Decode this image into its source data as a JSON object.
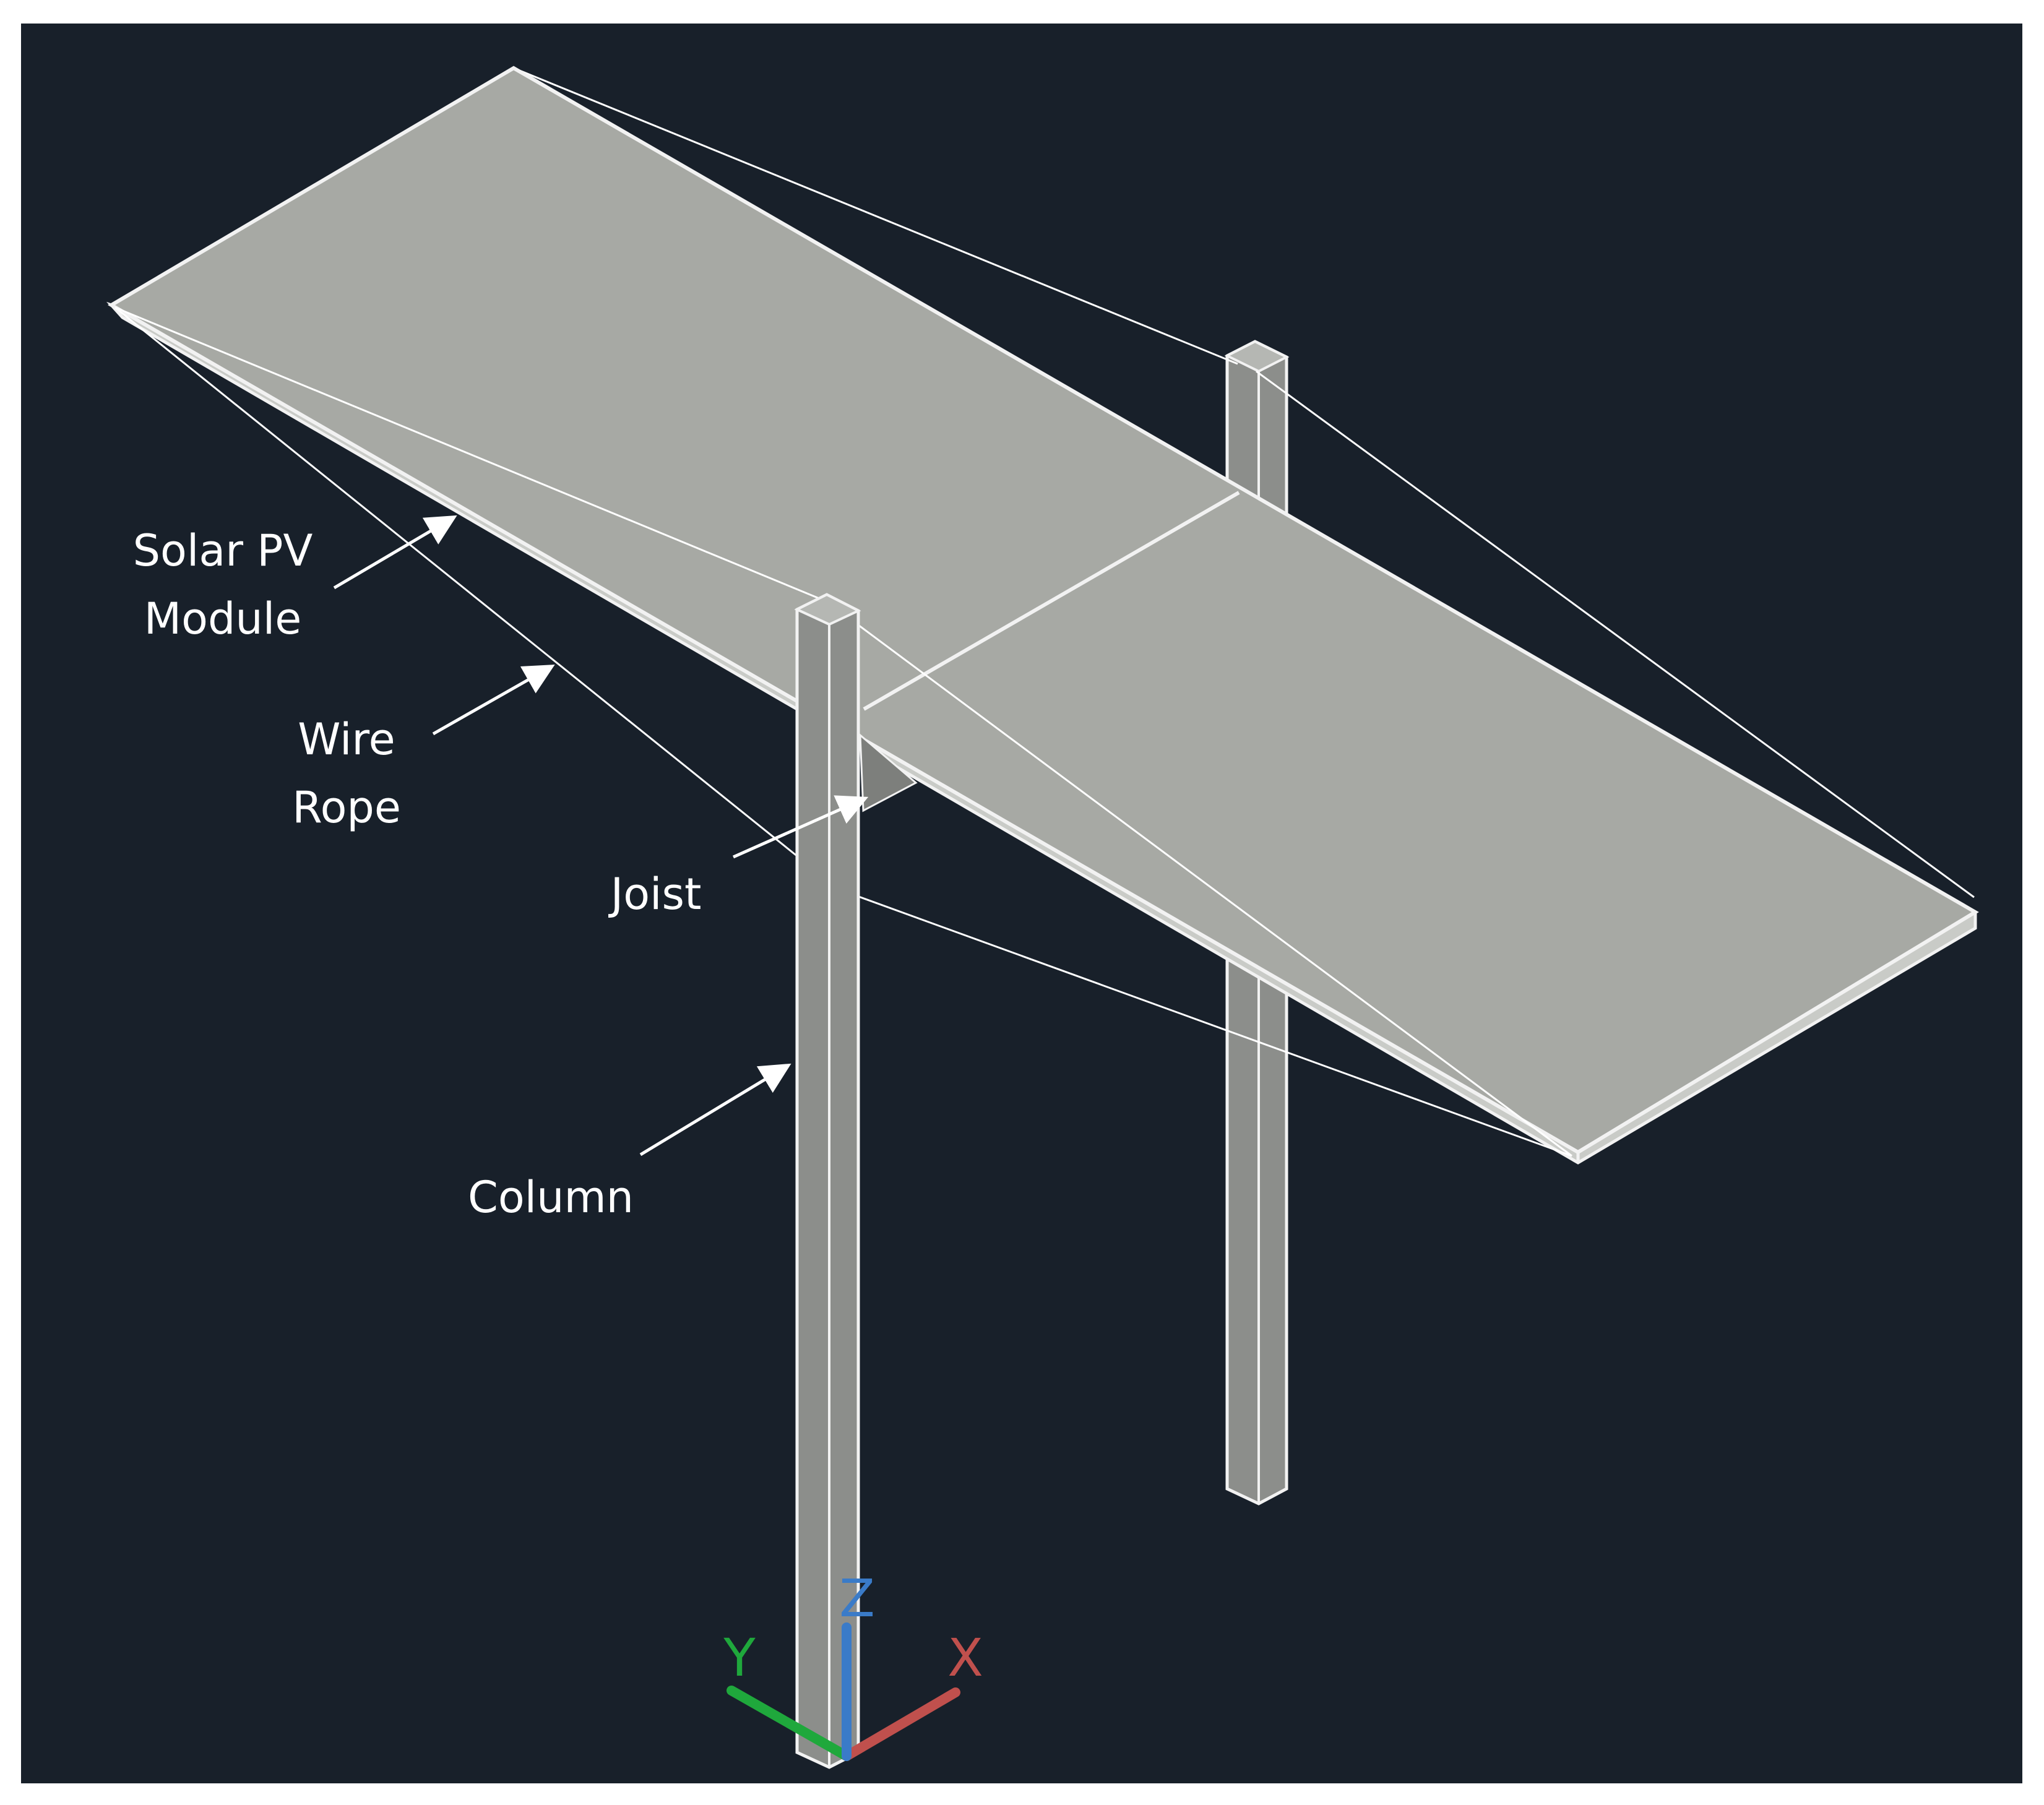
{
  "labels": {
    "solar_pv_line1": "Solar PV",
    "solar_pv_line2": "Module",
    "wire_rope_line1": "Wire",
    "wire_rope_line2": "Rope",
    "joist": "Joist",
    "column": "Column"
  },
  "ucs": {
    "x_label": "X",
    "y_label": "Y",
    "z_label": "Z",
    "x_color": "#c0504d",
    "y_color": "#1fa83c",
    "z_color": "#3a7bc8"
  },
  "colors": {
    "background": "#18202a",
    "panel_top": "#a7a9a4",
    "edge": "#f2f2f2",
    "column_face": "#8c8e8b"
  }
}
